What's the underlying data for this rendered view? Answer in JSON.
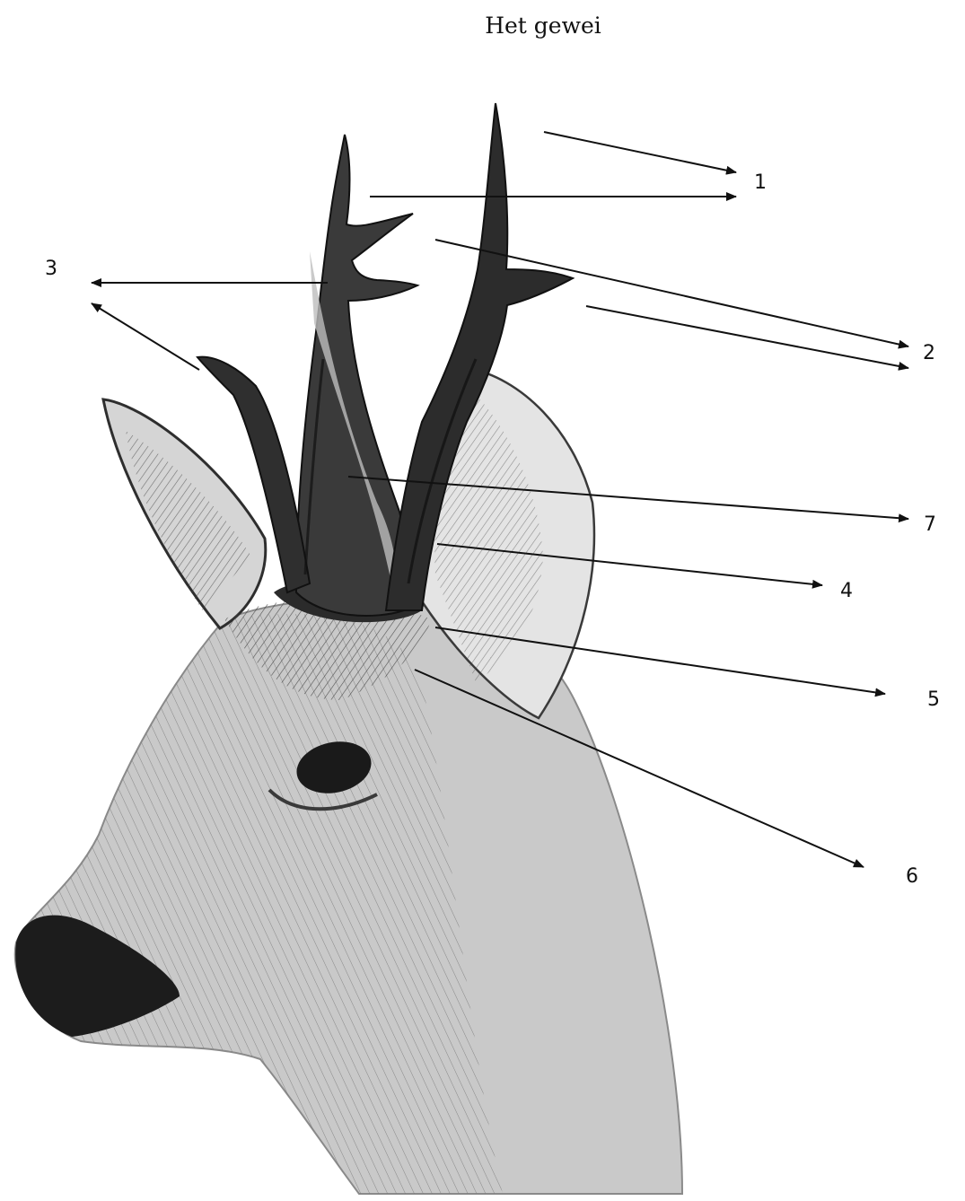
{
  "title": "Het gewei",
  "labels": [
    "1",
    "2",
    "3",
    "4",
    "5",
    "6",
    "7"
  ],
  "colors": {
    "ink": "#111111",
    "dark": "#2a2a2a",
    "mid": "#6e6e6e",
    "light": "#b9b9b9",
    "paper": "#ffffff"
  }
}
